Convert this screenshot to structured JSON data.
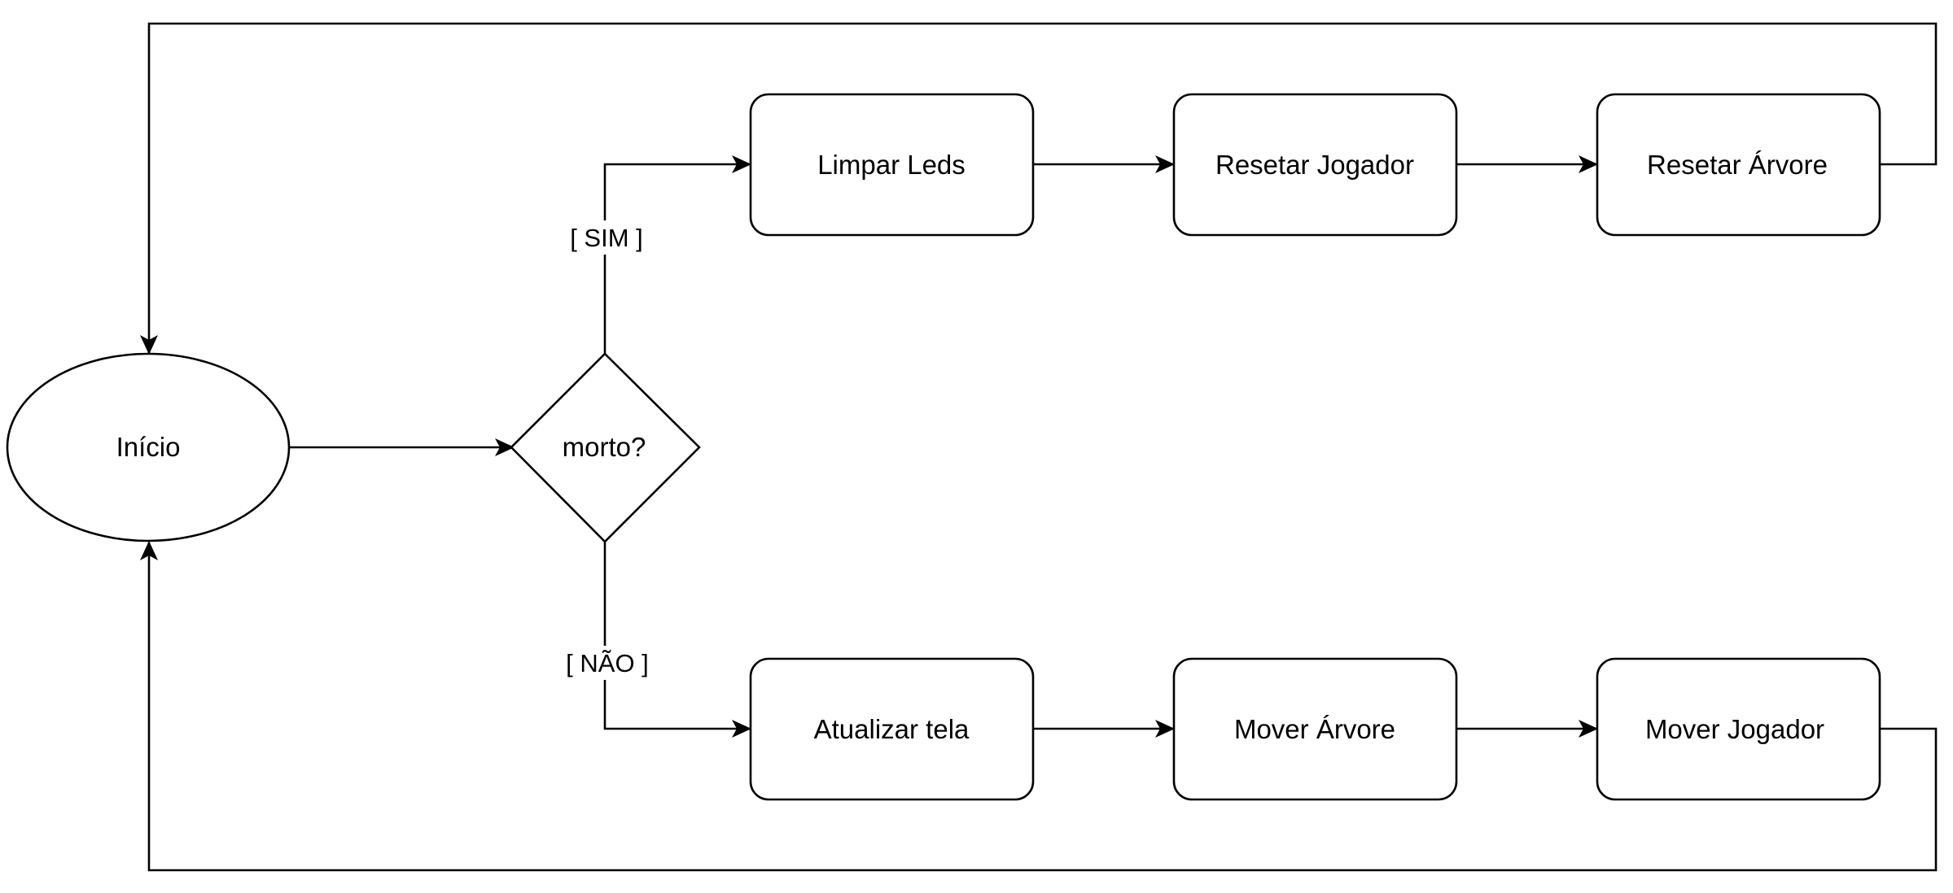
{
  "diagram": {
    "colors": {
      "stroke": "#000000",
      "fill": "#ffffff",
      "text": "#000000"
    },
    "nodes": {
      "inicio": {
        "label": "Início",
        "shape": "ellipse"
      },
      "morto": {
        "label": "morto?",
        "shape": "diamond"
      },
      "limpar_leds": {
        "label": "Limpar Leds",
        "shape": "rounded-rect"
      },
      "resetar_jogador": {
        "label": "Resetar Jogador",
        "shape": "rounded-rect"
      },
      "resetar_arvore": {
        "label": "Resetar Árvore",
        "shape": "rounded-rect"
      },
      "atualizar_tela": {
        "label": "Atualizar tela",
        "shape": "rounded-rect"
      },
      "mover_arvore": {
        "label": "Mover Árvore",
        "shape": "rounded-rect"
      },
      "mover_jogador": {
        "label": "Mover Jogador",
        "shape": "rounded-rect"
      }
    },
    "edges": [
      {
        "from": "inicio",
        "to": "morto",
        "label": ""
      },
      {
        "from": "morto",
        "to": "limpar_leds",
        "label": "[ SIM ]"
      },
      {
        "from": "morto",
        "to": "atualizar_tela",
        "label": "[ NÃO ]"
      },
      {
        "from": "limpar_leds",
        "to": "resetar_jogador",
        "label": ""
      },
      {
        "from": "resetar_jogador",
        "to": "resetar_arvore",
        "label": ""
      },
      {
        "from": "resetar_arvore",
        "to": "inicio",
        "label": ""
      },
      {
        "from": "atualizar_tela",
        "to": "mover_arvore",
        "label": ""
      },
      {
        "from": "mover_arvore",
        "to": "mover_jogador",
        "label": ""
      },
      {
        "from": "mover_jogador",
        "to": "inicio",
        "label": ""
      }
    ]
  }
}
